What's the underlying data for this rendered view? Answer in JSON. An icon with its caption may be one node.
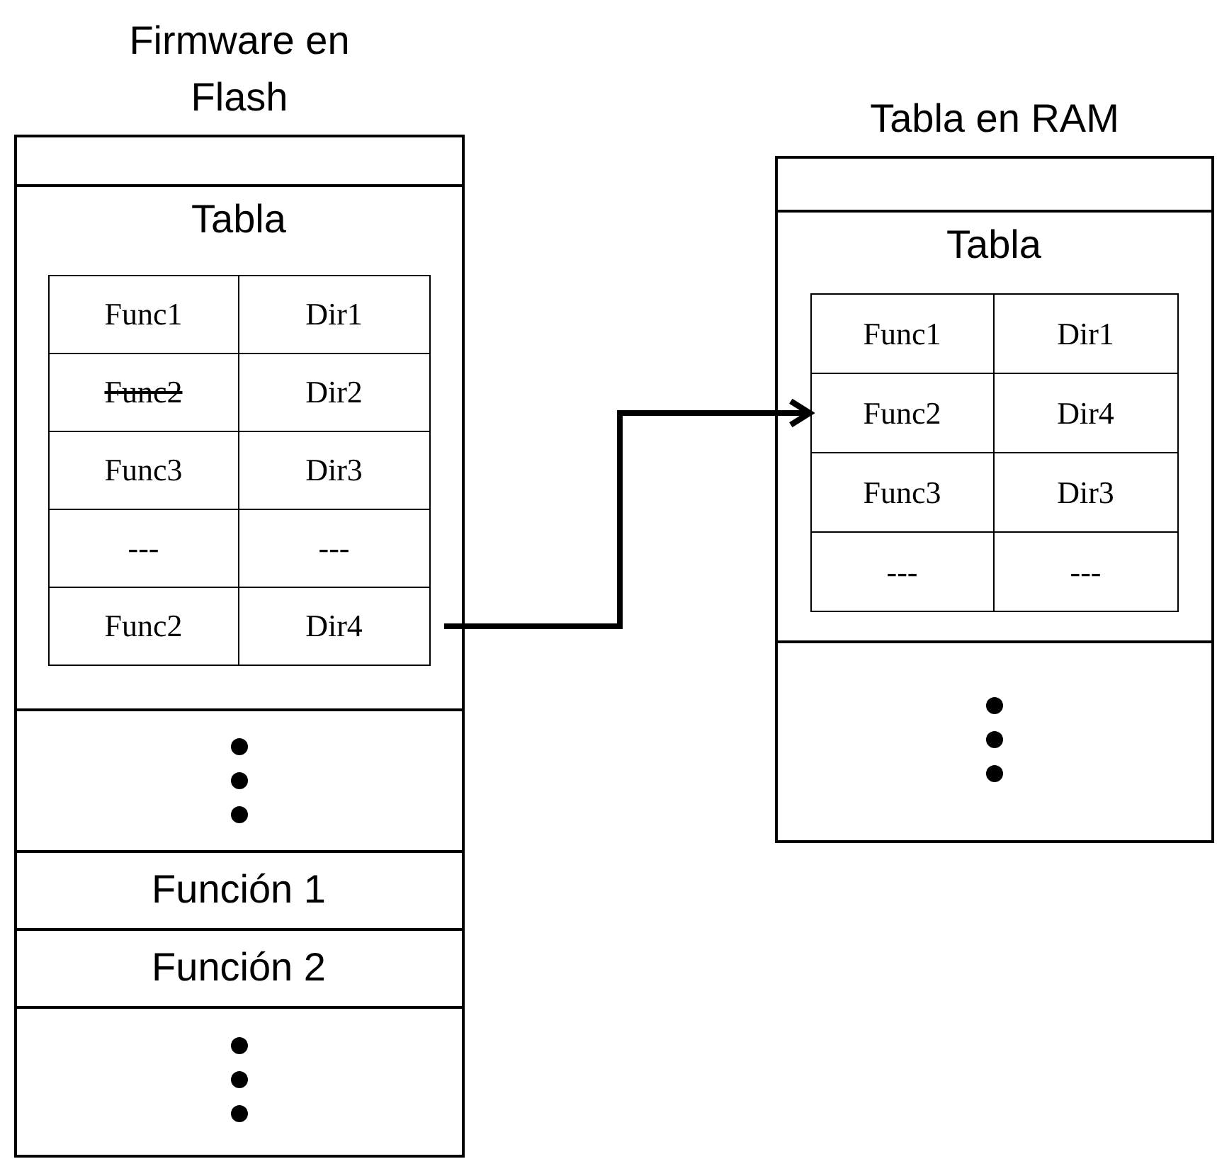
{
  "diagram": {
    "nodes": [
      {
        "text": [
          "Firmware en Flash"
        ]
      },
      {
        "text": [],
        "shape": "box",
        "in": 0
      },
      {
        "text": [
          "Tabla"
        ],
        "in": 0
      },
      {
        "text": [
          "Func1",
          "Dir1"
        ],
        "in": 2
      },
      {
        "text": [
          "Func2",
          "Dir2"
        ],
        "in": 2
      },
      {
        "text": [
          "Func3",
          "Dir3"
        ],
        "in": 2
      },
      {
        "text": [
          "---",
          "---"
        ],
        "in": 2
      },
      {
        "text": [
          "Func2",
          "Dir4"
        ],
        "in": 2
      },
      {
        "text": [],
        "shape": "box",
        "in": 0
      },
      {
        "text": [
          "Función 1"
        ],
        "in": 0
      },
      {
        "text": [
          "Función 2"
        ],
        "in": 0
      },
      {
        "text": [],
        "shape": "box",
        "in": 0
      },
      {
        "text": [
          "Tabla en RAM"
        ]
      },
      {
        "text": [],
        "shape": "box",
        "in": 12
      },
      {
        "text": [
          "Tabla"
        ],
        "in": 12
      },
      {
        "text": [
          "Func1",
          "Dir1"
        ],
        "in": 14
      },
      {
        "text": [
          "Func2",
          "Dir4"
        ],
        "in": 14
      },
      {
        "text": [
          "Func3",
          "Dir3"
        ],
        "in": 14
      },
      {
        "text": [
          "---",
          "---"
        ],
        "in": 14
      },
      {
        "text": [],
        "shape": "box",
        "in": 12
      }
    ],
    "edges": [
      {
        "from": 7,
        "to": 16,
        "arrow": "to"
      }
    ]
  }
}
